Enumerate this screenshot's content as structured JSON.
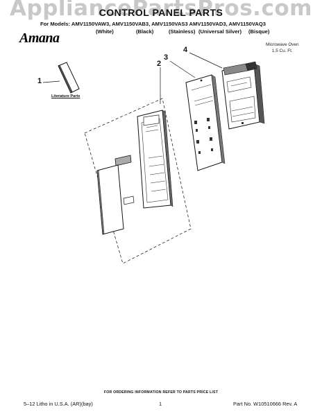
{
  "watermark": "AppliancePartsPros.com",
  "header": {
    "title": "CONTROL PANEL PARTS",
    "models": "For Models: AMV1150VAW3, AMV1150VAB3, AMV1150VAS3 AMV1150VAD3, AMV1150VAQ3",
    "colors": [
      "(White)",
      "(Black)",
      "(Stainless)",
      "(Universal Silver)",
      "(Bisque)"
    ]
  },
  "brand": "Amana",
  "product": {
    "line1": "Microwave Oven",
    "line2": "1.5 Cu. Ft."
  },
  "callouts": [
    "1",
    "2",
    "3",
    "4"
  ],
  "literature_label": "Literature Parts",
  "footer": {
    "ordering_note": "FOR ORDERING INFORMATION REFER TO PARTS PRICE LIST",
    "litho": "5–12 Litho in U.S.A. (AR)(bay)",
    "page": "1",
    "part_no": "Part No. W10510666 Rev. A"
  }
}
